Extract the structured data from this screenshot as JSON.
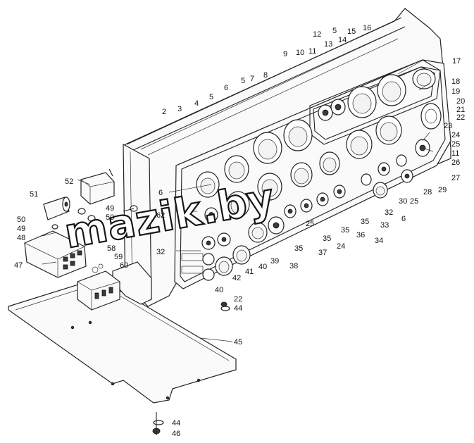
{
  "watermark": "mazik.by",
  "callouts": [
    {
      "id": "c1",
      "text": "2"
    },
    {
      "id": "c2",
      "text": "3"
    },
    {
      "id": "c3",
      "text": "4"
    },
    {
      "id": "c4",
      "text": "5"
    },
    {
      "id": "c5",
      "text": "6"
    },
    {
      "id": "c6",
      "text": "5"
    },
    {
      "id": "c7",
      "text": "7"
    },
    {
      "id": "c8",
      "text": "8"
    },
    {
      "id": "c9",
      "text": "9"
    },
    {
      "id": "c10",
      "text": "10"
    },
    {
      "id": "c11",
      "text": "11"
    },
    {
      "id": "c12",
      "text": "12"
    },
    {
      "id": "c13",
      "text": "13"
    },
    {
      "id": "c14",
      "text": "5"
    },
    {
      "id": "c15",
      "text": "14"
    },
    {
      "id": "c16",
      "text": "15"
    },
    {
      "id": "c17",
      "text": "16"
    },
    {
      "id": "c18",
      "text": "17"
    },
    {
      "id": "c19",
      "text": "18"
    },
    {
      "id": "c20",
      "text": "19"
    },
    {
      "id": "c21",
      "text": "20"
    },
    {
      "id": "c22",
      "text": "21"
    },
    {
      "id": "c23",
      "text": "22"
    },
    {
      "id": "c24",
      "text": "23"
    },
    {
      "id": "c25",
      "text": "24"
    },
    {
      "id": "c26",
      "text": "25"
    },
    {
      "id": "c27",
      "text": "11"
    },
    {
      "id": "c28",
      "text": "26"
    },
    {
      "id": "c29",
      "text": "27"
    },
    {
      "id": "c30",
      "text": "28"
    },
    {
      "id": "c31",
      "text": "29"
    },
    {
      "id": "c32",
      "text": "30"
    },
    {
      "id": "c33",
      "text": "25"
    },
    {
      "id": "c34",
      "text": "32"
    },
    {
      "id": "c35",
      "text": "6"
    },
    {
      "id": "c36",
      "text": "33"
    },
    {
      "id": "c37",
      "text": "35"
    },
    {
      "id": "c38",
      "text": "36"
    },
    {
      "id": "c39",
      "text": "34"
    },
    {
      "id": "c40",
      "text": "35"
    },
    {
      "id": "c41",
      "text": "24"
    },
    {
      "id": "c42",
      "text": "35"
    },
    {
      "id": "c43",
      "text": "25"
    },
    {
      "id": "c44",
      "text": "37"
    },
    {
      "id": "c45",
      "text": "35"
    },
    {
      "id": "c46",
      "text": "38"
    },
    {
      "id": "c47",
      "text": "39"
    },
    {
      "id": "c48",
      "text": "40"
    },
    {
      "id": "c49",
      "text": "41"
    },
    {
      "id": "c50",
      "text": "42"
    },
    {
      "id": "c51",
      "text": "32"
    },
    {
      "id": "c52",
      "text": "40"
    },
    {
      "id": "c53",
      "text": "22"
    },
    {
      "id": "c54",
      "text": "44"
    },
    {
      "id": "c55",
      "text": "45"
    },
    {
      "id": "c56",
      "text": "44"
    },
    {
      "id": "c57",
      "text": "46"
    },
    {
      "id": "c58",
      "text": "6"
    },
    {
      "id": "c59",
      "text": "62"
    },
    {
      "id": "c60",
      "text": "52"
    },
    {
      "id": "c61",
      "text": "51"
    },
    {
      "id": "c62",
      "text": "49"
    },
    {
      "id": "c63",
      "text": "50"
    },
    {
      "id": "c64",
      "text": "50"
    },
    {
      "id": "c65",
      "text": "49"
    },
    {
      "id": "c66",
      "text": "48"
    },
    {
      "id": "c67",
      "text": "47"
    },
    {
      "id": "c68",
      "text": "58"
    },
    {
      "id": "c69",
      "text": "59"
    },
    {
      "id": "c70",
      "text": "60"
    }
  ]
}
